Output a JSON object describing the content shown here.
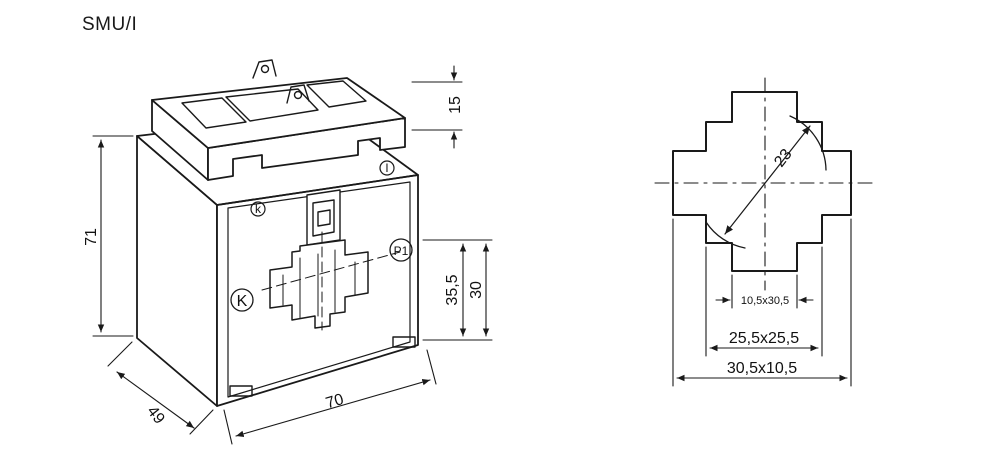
{
  "title": "SMU/I",
  "colors": {
    "line": "#1a1a1a",
    "background": "#ffffff"
  },
  "device": {
    "height": "71",
    "depth": "49",
    "width": "70",
    "top_height": "15",
    "window_height_outer": "30",
    "window_height_inner": "35,5",
    "terminal_k_small": "k",
    "terminal_l_small": "l",
    "terminal_K_large": "K",
    "terminal_P1": "P1"
  },
  "section": {
    "diameter": "23",
    "slot_inner": "10,5x30,5",
    "slot_middle": "25,5x25,5",
    "slot_outer": "30,5x10,5"
  }
}
